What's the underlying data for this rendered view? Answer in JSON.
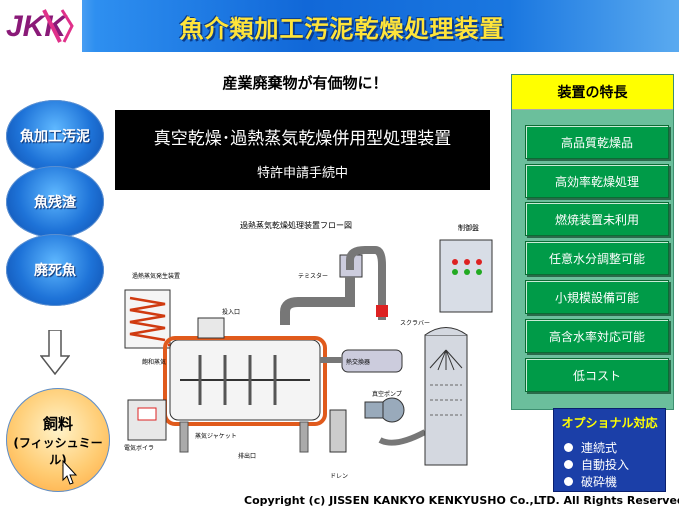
{
  "logo_text": "JKK",
  "title": "魚介類加工汚泥乾燥処理装置",
  "tagline": "産業廃棄物が有価物に！",
  "blackbox": {
    "main": "真空乾燥･過熱蒸気乾燥併用型処理装置",
    "sub": "特許申請手続中"
  },
  "inputs": [
    "魚加工汚泥",
    "魚残渣",
    "廃死魚"
  ],
  "output": {
    "line1": "飼料",
    "line2": "(フィッシュミール)"
  },
  "diagram": {
    "title": "過熱蒸気乾燥処理装置フロー図",
    "labels": {
      "control_panel": "制御盤",
      "steam_generator": "過熱蒸気発生装置",
      "thermistor": "テミスター",
      "inlet": "投入口",
      "scrubber": "スクラバー",
      "saturated_steam": "飽和蒸気",
      "heat_exchanger": "熱交換器",
      "vacuum_pump": "真空ポンプ",
      "boiler": "電気ボイラ",
      "jacket": "蒸気ジャケット",
      "outlet": "排出口",
      "drain": "ドレン"
    }
  },
  "features": {
    "heading": "装置の特長",
    "items": [
      "高品質乾燥品",
      "高効率乾燥処理",
      "燃焼装置未利用",
      "任意水分調整可能",
      "小規模設備可能",
      "高含水率対応可能",
      "低コスト"
    ]
  },
  "optional": {
    "heading": "オプショナル対応",
    "items": [
      "連続式",
      "自動投入",
      "破砕機"
    ]
  },
  "copyright": "Copyright (c)  JISSEN  KANKYO  KENKYUSHO  Co.,LTD.   All Rights Reserved."
}
